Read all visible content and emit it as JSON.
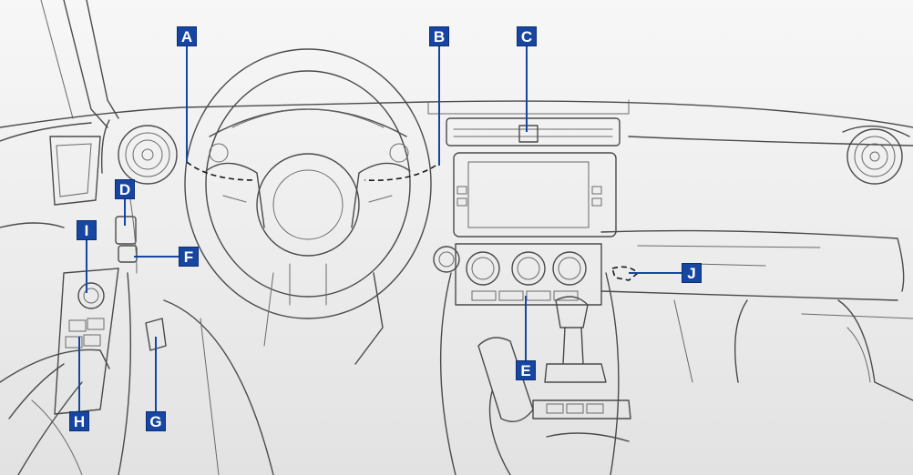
{
  "labels": {
    "A": "A",
    "B": "B",
    "C": "C",
    "D": "D",
    "E": "E",
    "F": "F",
    "G": "G",
    "H": "H",
    "I": "I",
    "J": "J"
  }
}
